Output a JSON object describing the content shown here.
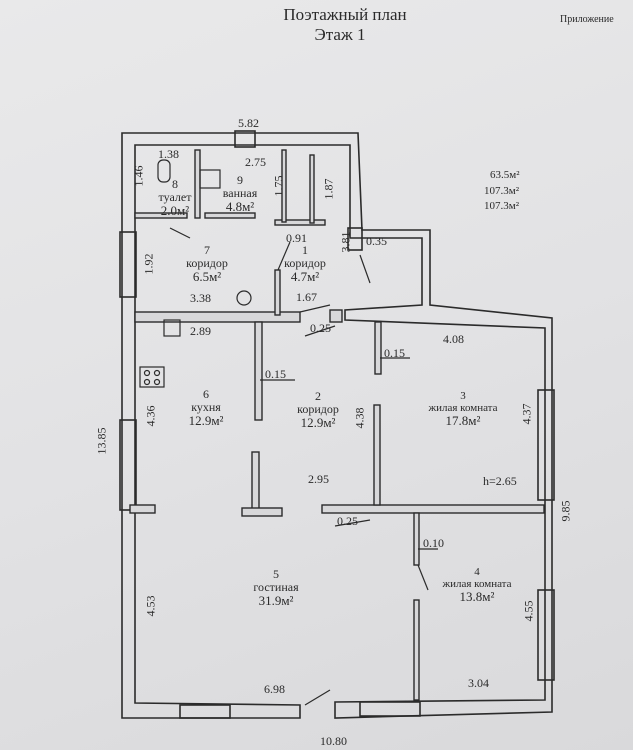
{
  "header": {
    "title": "Поэтажный план",
    "floor": "Этаж 1",
    "appendix": "Приложение"
  },
  "totals": [
    "63.5м²",
    "107.3м²",
    "107.3м²"
  ],
  "rooms": [
    {
      "number": "1",
      "name": "коридор",
      "area": "4.7м²"
    },
    {
      "number": "2",
      "name": "коридор",
      "area": "12.9м²"
    },
    {
      "number": "3",
      "name": "жилая комната",
      "area": "17.8м²"
    },
    {
      "number": "4",
      "name": "жилая комната",
      "area": "13.8м²"
    },
    {
      "number": "5",
      "name": "гостиная",
      "area": "31.9м²"
    },
    {
      "number": "6",
      "name": "кухня",
      "area": "12.9м²"
    },
    {
      "number": "7",
      "name": "коридор",
      "area": "6.5м²"
    },
    {
      "number": "8",
      "name": "туалет",
      "area": "2.0м²"
    },
    {
      "number": "9",
      "name": "ванная",
      "area": "4.8м²"
    }
  ],
  "dimensions": {
    "top_width": "5.82",
    "toilet_width": "1.38",
    "bath_width": "2.75",
    "toilet_depth": "1.46",
    "bath_depth": "1.75",
    "closet_depth": "1.87",
    "corr1_width": "0.91",
    "corr1_len": "3.81",
    "annex": "0.35",
    "corr7_depth": "1.92",
    "corr7_width": "3.38",
    "corr1_bottom": "1.67",
    "kitchen_width": "2.89",
    "step1": "0.25",
    "room3_width": "4.08",
    "wall1": "0.15",
    "wall2": "0.15",
    "kitchen_depth": "4.36",
    "total_depth": "13.85",
    "corr2_depth": "4.38",
    "room3_depth": "4.37",
    "corr2_width": "2.95",
    "ceiling_height": "h=2.65",
    "step2": "0.25",
    "wall3": "0.10",
    "right_depth": "9.85",
    "living_depth": "4.53",
    "room4_depth": "4.55",
    "living_width": "6.98",
    "room4_width": "3.04",
    "total_width": "10.80"
  }
}
